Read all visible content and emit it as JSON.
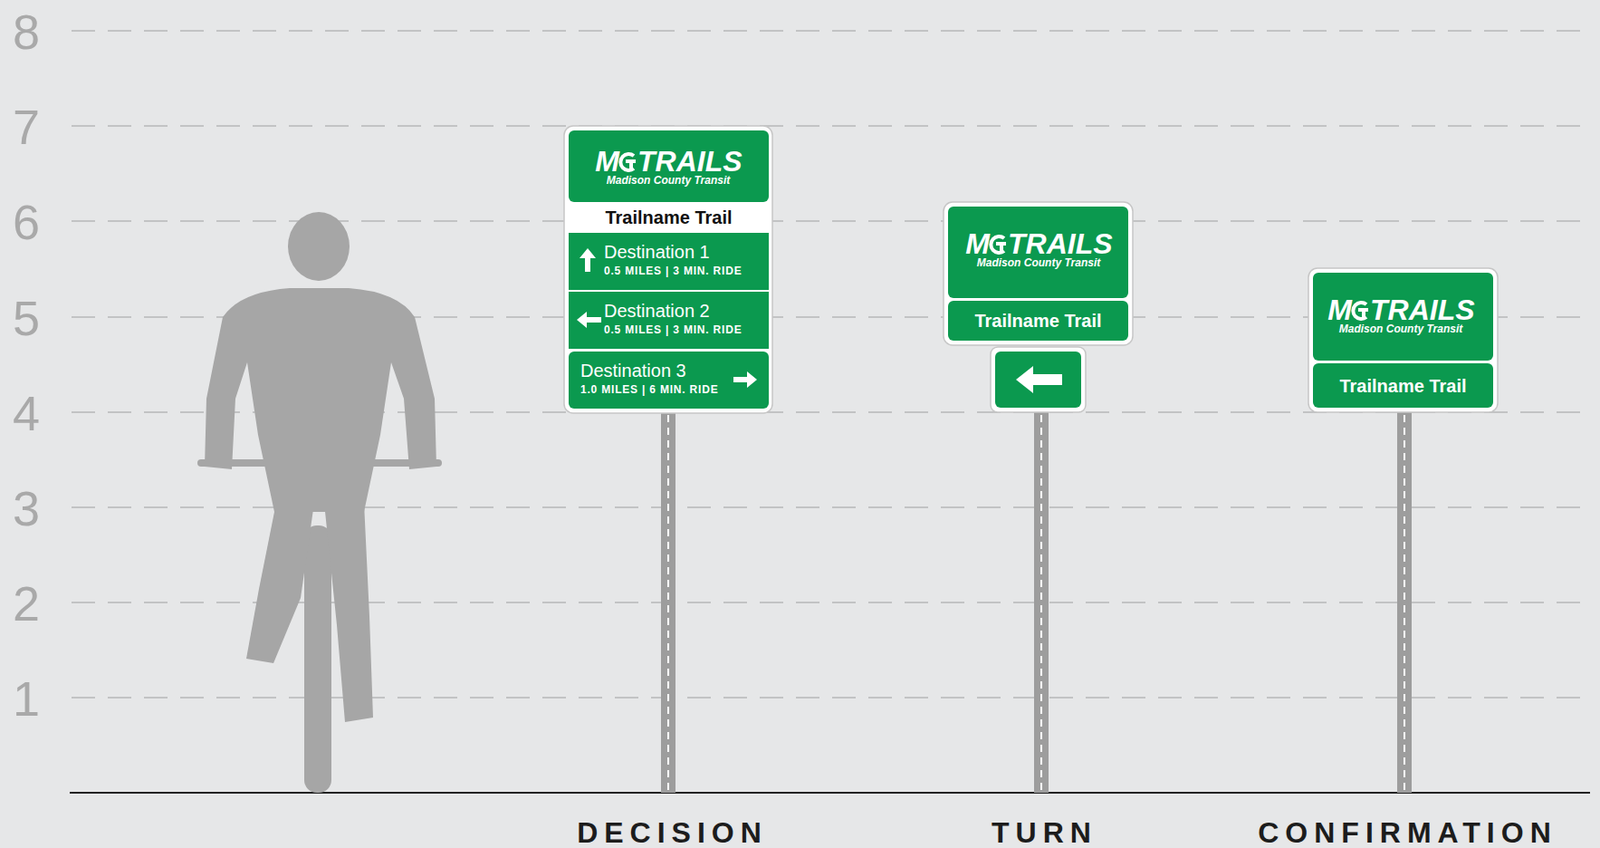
{
  "diagram": {
    "nodes": [
      {
        "text": [
          "M",
          "TRAILS",
          "Madison County Transit"
        ]
      },
      {
        "text": [
          "Trailname Trail"
        ]
      },
      {
        "text": [
          "Destination 1",
          "0.5 MILES | 3 MIN. RIDE"
        ]
      },
      {
        "text": [
          "Destination 2",
          "0.5 MILES | 3 MIN. RIDE"
        ]
      },
      {
        "text": [
          "Destination 3",
          "1.0 MILES | 6 MIN. RIDE"
        ]
      },
      {
        "text": [
          "M",
          "TRAILS",
          "Madison County Transit"
        ]
      },
      {
        "text": [
          "Trailname Trail"
        ]
      },
      {
        "text": [
          "M",
          "TRAILS",
          "Madison County Transit"
        ]
      },
      {
        "text": [
          "Trailname Trail"
        ]
      }
    ],
    "labels": [
      "8",
      "7",
      "6",
      "5",
      "4",
      "3",
      "2",
      "1",
      "DECISION",
      "TURN",
      "CONFIRMATION"
    ]
  }
}
